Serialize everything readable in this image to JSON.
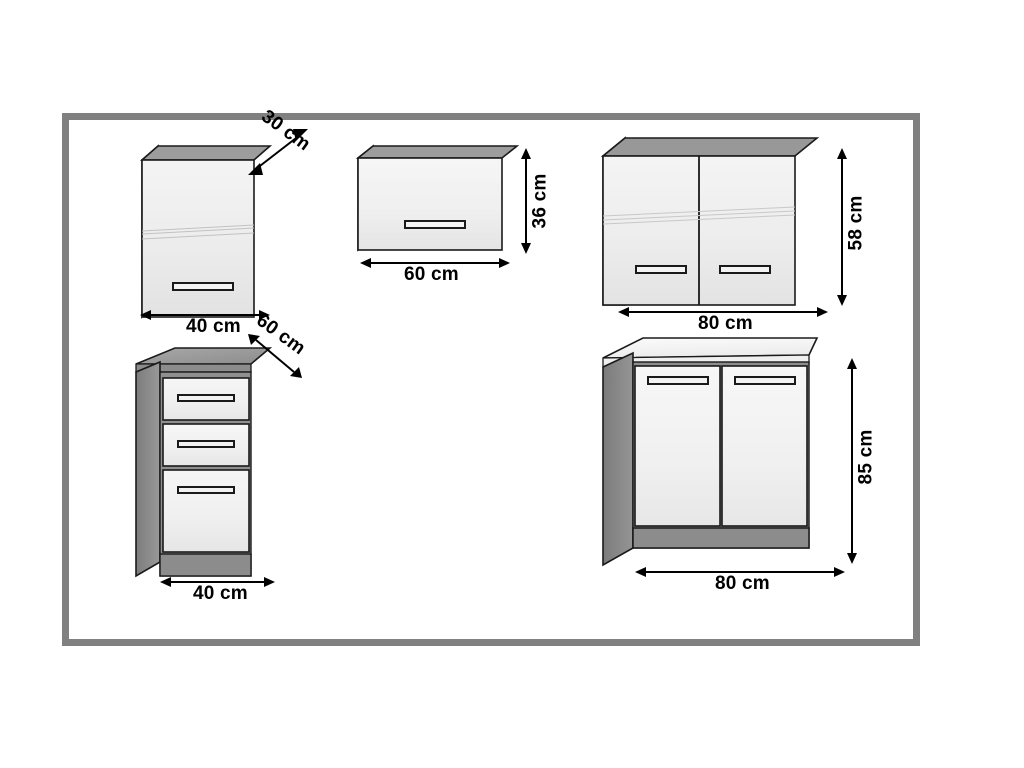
{
  "diagram": {
    "title": "Kitchen Cabinet Dimension Diagram",
    "unit_suffix": "cm",
    "frame_color": "#808080",
    "body_color": "#8a8a8a",
    "front_color": "#f0f0f0",
    "top_color": "#9a9a9a",
    "outline_color": "#1a1a1a",
    "background": "#ffffff"
  },
  "units": [
    {
      "id": "wall-unit-40",
      "name": "40 cm wall unit with glass shelf",
      "type": "wall-cabinet",
      "doors": 1,
      "handles": 1,
      "has_shelf": true,
      "dims": {
        "width": "40 cm",
        "depth": "30 cm"
      }
    },
    {
      "id": "wall-unit-60",
      "name": "60 cm flip-up wall unit",
      "type": "wall-cabinet",
      "doors": 1,
      "handles": 1,
      "has_shelf": false,
      "dims": {
        "width": "60 cm",
        "height": "36 cm"
      }
    },
    {
      "id": "wall-unit-80",
      "name": "80 cm two-door wall unit with glass shelf",
      "type": "wall-cabinet",
      "doors": 2,
      "handles": 2,
      "has_shelf": true,
      "dims": {
        "width": "80 cm",
        "height": "58 cm"
      }
    },
    {
      "id": "base-unit-40-drawers",
      "name": "40 cm three drawer base unit",
      "type": "base-cabinet",
      "drawers": 3,
      "handles": 3,
      "has_worktop": true,
      "dims": {
        "width": "40 cm",
        "depth": "60 cm"
      }
    },
    {
      "id": "base-unit-80",
      "name": "80 cm two-door base unit with worktop",
      "type": "base-cabinet",
      "doors": 2,
      "handles": 2,
      "has_worktop": true,
      "has_plinth": true,
      "dims": {
        "width": "80 cm",
        "height": "85 cm"
      }
    }
  ],
  "labels": {
    "wall40_width": "40 cm",
    "wall40_depth": "30 cm",
    "wall60_width": "60 cm",
    "wall60_height": "36 cm",
    "wall80_width": "80 cm",
    "wall80_height": "58 cm",
    "base40_width": "40 cm",
    "base40_depth": "60 cm",
    "base80_width": "80 cm",
    "base80_height": "85 cm"
  }
}
